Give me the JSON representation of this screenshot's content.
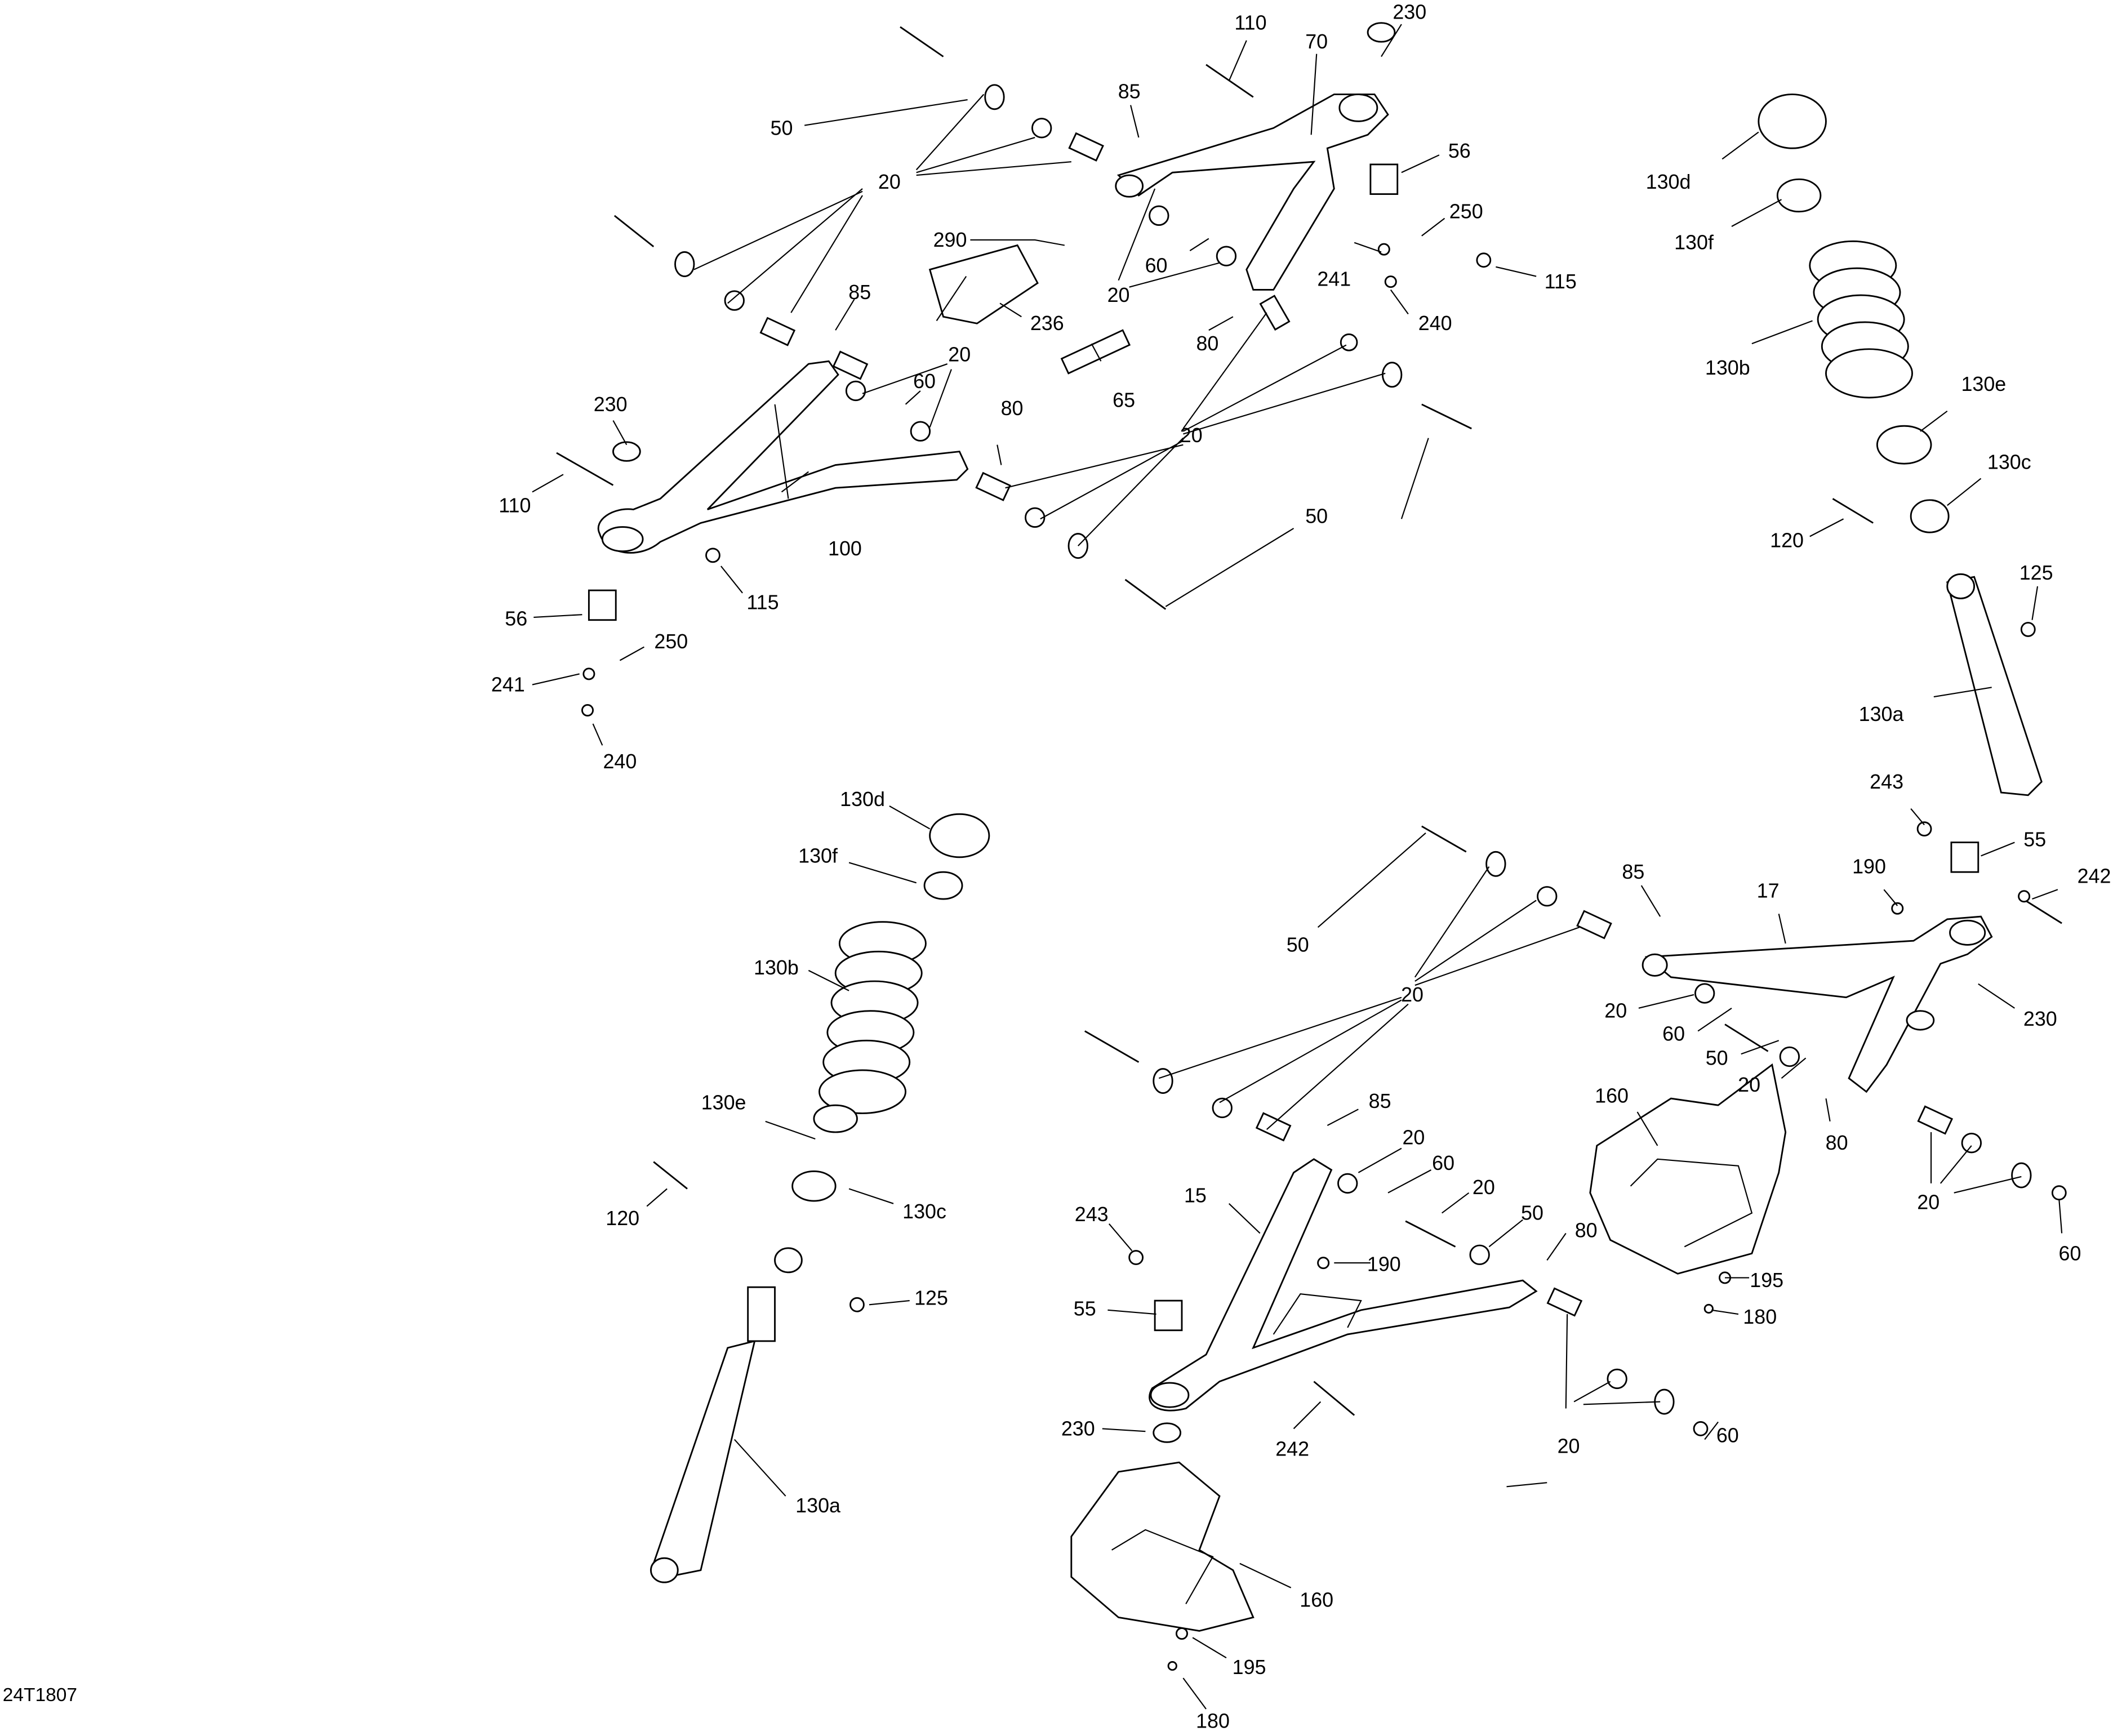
{
  "figure_id": "24T1807",
  "callouts": [
    {
      "id": "c1",
      "label": "50"
    },
    {
      "id": "c2",
      "label": "20"
    },
    {
      "id": "c3",
      "label": "110"
    },
    {
      "id": "c4",
      "label": "70"
    },
    {
      "id": "c5",
      "label": "230"
    },
    {
      "id": "c6",
      "label": "85"
    },
    {
      "id": "c7",
      "label": "56"
    },
    {
      "id": "c8",
      "label": "250"
    },
    {
      "id": "c9",
      "label": "290"
    },
    {
      "id": "c10",
      "label": "20"
    },
    {
      "id": "c11",
      "label": "60"
    },
    {
      "id": "c12",
      "label": "241"
    },
    {
      "id": "c13",
      "label": "115"
    },
    {
      "id": "c14",
      "label": "236"
    },
    {
      "id": "c15",
      "label": "85"
    },
    {
      "id": "c16",
      "label": "240"
    },
    {
      "id": "c17",
      "label": "80"
    },
    {
      "id": "c18",
      "label": "20"
    },
    {
      "id": "c19",
      "label": "60"
    },
    {
      "id": "c20",
      "label": "65"
    },
    {
      "id": "c21",
      "label": "230"
    },
    {
      "id": "c22",
      "label": "80"
    },
    {
      "id": "c23",
      "label": "20"
    },
    {
      "id": "c24",
      "label": "110"
    },
    {
      "id": "c25",
      "label": "100"
    },
    {
      "id": "c26",
      "label": "50"
    },
    {
      "id": "c27",
      "label": "115"
    },
    {
      "id": "c28",
      "label": "56"
    },
    {
      "id": "c29",
      "label": "250"
    },
    {
      "id": "c30",
      "label": "241"
    },
    {
      "id": "c31",
      "label": "240"
    },
    {
      "id": "c32",
      "label": "130d"
    },
    {
      "id": "c33",
      "label": "130f"
    },
    {
      "id": "c34",
      "label": "130b"
    },
    {
      "id": "c35",
      "label": "130e"
    },
    {
      "id": "c36",
      "label": "130c"
    },
    {
      "id": "c37",
      "label": "120"
    },
    {
      "id": "c38",
      "label": "125"
    },
    {
      "id": "c39",
      "label": "130a"
    },
    {
      "id": "c40",
      "label": "243"
    },
    {
      "id": "c41",
      "label": "55"
    },
    {
      "id": "c42",
      "label": "242"
    },
    {
      "id": "c43",
      "label": "190"
    },
    {
      "id": "c44",
      "label": "85"
    },
    {
      "id": "c45",
      "label": "17"
    },
    {
      "id": "c46",
      "label": "50"
    },
    {
      "id": "c47",
      "label": "20"
    },
    {
      "id": "c48",
      "label": "230"
    },
    {
      "id": "c49",
      "label": "20"
    },
    {
      "id": "c50",
      "label": "60"
    },
    {
      "id": "c51",
      "label": "50"
    },
    {
      "id": "c52",
      "label": "20"
    },
    {
      "id": "c53",
      "label": "80"
    },
    {
      "id": "c54",
      "label": "160"
    },
    {
      "id": "c55",
      "label": "20"
    },
    {
      "id": "c56",
      "label": "60"
    },
    {
      "id": "c57",
      "label": "85"
    },
    {
      "id": "c58",
      "label": "20"
    },
    {
      "id": "c59",
      "label": "60"
    },
    {
      "id": "c60",
      "label": "15"
    },
    {
      "id": "c61",
      "label": "50"
    },
    {
      "id": "c62",
      "label": "243"
    },
    {
      "id": "c63",
      "label": "20"
    },
    {
      "id": "c64",
      "label": "80"
    },
    {
      "id": "c65",
      "label": "190"
    },
    {
      "id": "c66",
      "label": "195"
    },
    {
      "id": "c67",
      "label": "55"
    },
    {
      "id": "c68",
      "label": "180"
    },
    {
      "id": "c69",
      "label": "230"
    },
    {
      "id": "c70",
      "label": "242"
    },
    {
      "id": "c71",
      "label": "20"
    },
    {
      "id": "c72",
      "label": "60"
    },
    {
      "id": "c73",
      "label": "160"
    },
    {
      "id": "c74",
      "label": "195"
    },
    {
      "id": "c75",
      "label": "180"
    },
    {
      "id": "c76",
      "label": "130d"
    },
    {
      "id": "c77",
      "label": "130f"
    },
    {
      "id": "c78",
      "label": "130b"
    },
    {
      "id": "c79",
      "label": "130e"
    },
    {
      "id": "c80",
      "label": "130c"
    },
    {
      "id": "c81",
      "label": "120"
    },
    {
      "id": "c82",
      "label": "125"
    },
    {
      "id": "c83",
      "label": "130a"
    }
  ]
}
